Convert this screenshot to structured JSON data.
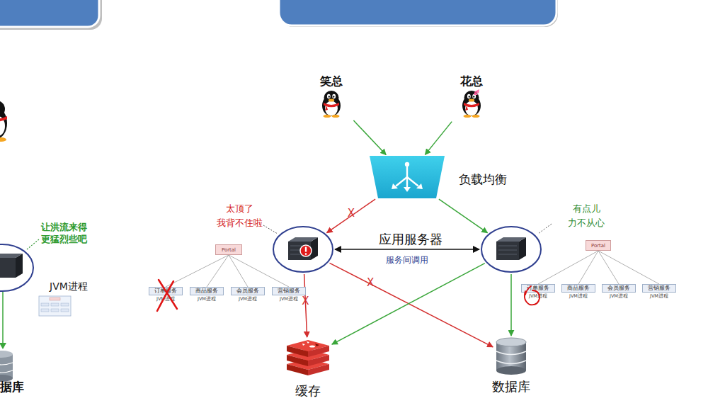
{
  "diagram": {
    "nodes": [
      {
        "text": [
          "笑总"
        ]
      },
      {
        "text": [
          "花总"
        ]
      },
      {
        "text": [
          "负载均衡"
        ]
      },
      {
        "text": [
          "太顶了 我背不住啦"
        ]
      },
      {
        "text": [
          "Portal"
        ]
      },
      {
        "text": [
          "订单服务",
          "JVM进程"
        ]
      },
      {
        "text": [
          "商品服务",
          "JVM进程"
        ]
      },
      {
        "text": [
          "会员服务",
          "JVM进程"
        ]
      },
      {
        "text": [
          "营销服务",
          "JVM进程"
        ]
      },
      {
        "text": [
          "有点儿 力不从心"
        ]
      },
      {
        "text": [
          "Portal"
        ]
      },
      {
        "text": [
          "订单服务",
          "JVM进程"
        ]
      },
      {
        "text": [
          "商品服务",
          "JVM进程"
        ]
      },
      {
        "text": [
          "会员服务",
          "JVM进程"
        ]
      },
      {
        "text": [
          "营销服务",
          "JVM进程"
        ]
      },
      {
        "text": [
          "缓存"
        ]
      },
      {
        "text": [
          "数据库"
        ]
      }
    ],
    "edges": [
      {
        "from": 0,
        "to": 2,
        "arrow": "to"
      },
      {
        "from": 1,
        "to": 2,
        "arrow": "to"
      },
      {
        "from": 2,
        "to": 3,
        "arrow": "to",
        "label": "X"
      },
      {
        "from": 2,
        "to": 9,
        "arrow": "to"
      },
      {
        "from": 3,
        "to": 9,
        "arrow": "both",
        "label": "服务间调用"
      },
      {
        "from": 3,
        "to": 15,
        "arrow": "to",
        "label": "X"
      },
      {
        "from": 3,
        "to": 16,
        "arrow": "to",
        "label": "X"
      },
      {
        "from": 9,
        "to": 15,
        "arrow": "to"
      },
      {
        "from": 9,
        "to": 16,
        "arrow": "to"
      },
      {
        "from": 4,
        "to": 5,
        "arrow": "none"
      },
      {
        "from": 4,
        "to": 6,
        "arrow": "none"
      },
      {
        "from": 4,
        "to": 7,
        "arrow": "none"
      },
      {
        "from": 4,
        "to": 8,
        "arrow": "none"
      },
      {
        "from": 10,
        "to": 11,
        "arrow": "none"
      },
      {
        "from": 10,
        "to": 12,
        "arrow": "none"
      },
      {
        "from": 10,
        "to": 13,
        "arrow": "none"
      },
      {
        "from": 10,
        "to": 14,
        "arrow": "none"
      }
    ],
    "labels": [
      "让洪流来得 更猛烈些吧",
      "JVM进程",
      "据库",
      "应用服务器"
    ]
  }
}
